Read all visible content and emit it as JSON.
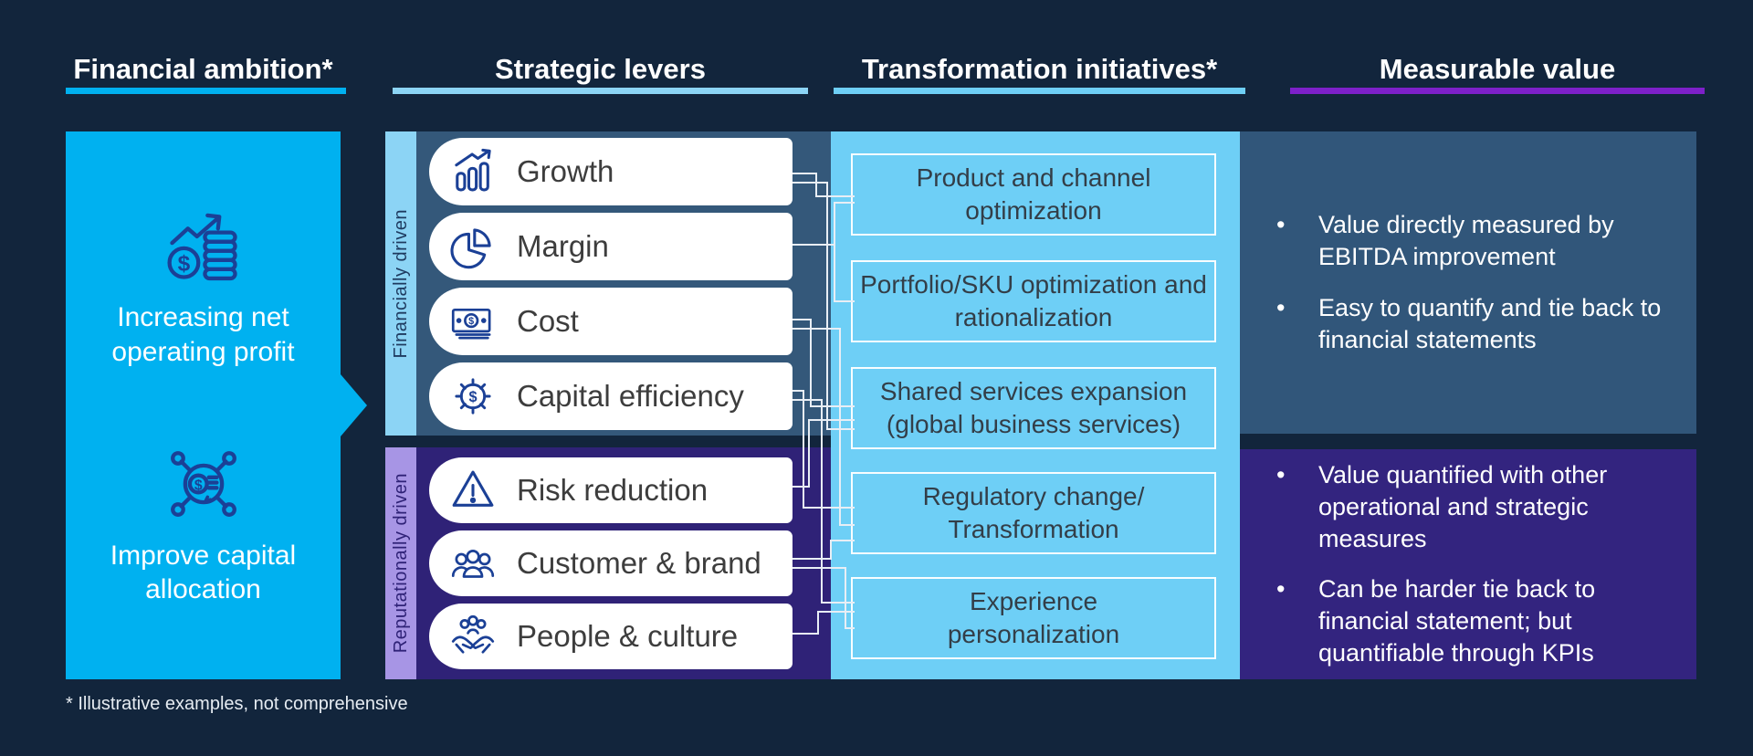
{
  "headers": {
    "financial_ambition": "Financial ambition*",
    "strategic_levers": "Strategic levers",
    "transformation_initiatives": "Transformation initiatives*",
    "measurable_value": "Measurable value"
  },
  "financial_ambition": {
    "items": [
      {
        "icon": "profit-growth-icon",
        "label": "Increasing net operating profit"
      },
      {
        "icon": "capital-allocation-icon",
        "label": "Improve capital allocation"
      }
    ],
    "footnote": "* Illustrative examples, not comprehensive"
  },
  "strategic_levers": {
    "groups": [
      {
        "label": "Financially driven",
        "levers": [
          {
            "icon": "growth-icon",
            "label": "Growth"
          },
          {
            "icon": "margin-icon",
            "label": "Margin"
          },
          {
            "icon": "cost-icon",
            "label": "Cost"
          },
          {
            "icon": "capital-efficiency-icon",
            "label": "Capital efficiency"
          }
        ]
      },
      {
        "label": "Reputationally driven",
        "levers": [
          {
            "icon": "risk-icon",
            "label": "Risk reduction"
          },
          {
            "icon": "customer-brand-icon",
            "label": "Customer & brand"
          },
          {
            "icon": "people-culture-icon",
            "label": "People & culture"
          }
        ]
      }
    ]
  },
  "transformation_initiatives": {
    "items": [
      "Product and channel optimization",
      "Portfolio/SKU optimization and rationalization",
      "Shared services expansion (global business services)",
      "Regulatory change/ Transformation",
      "Experience personalization"
    ]
  },
  "measurable_value": {
    "groups": [
      {
        "bullets": [
          "Value directly measured by EBITDA improvement",
          "Easy to quantify and tie back to financial statements"
        ]
      },
      {
        "bullets": [
          "Value quantified with other operational and strategic measures",
          "Can be harder tie back to financial statement; but quantifiable through KPIs"
        ]
      }
    ]
  },
  "colors": {
    "background": "#12253C",
    "ambition_fill": "#00B1F0",
    "financial_strip": "#8CD4F5",
    "financial_panel": "#34587A",
    "reputational_strip": "#A795E5",
    "reputational_panel": "#2F2277",
    "initiatives_panel": "#6ECFF6",
    "value_financial_panel": "#31567A",
    "value_other_panel": "#33247F",
    "underline_financial": "#00B1F0",
    "underline_levers": "#8CD4F5",
    "underline_initiatives": "#6ECFF6",
    "underline_value": "#7D20C9",
    "icon_blue": "#1B4096",
    "bullet_char": "•"
  }
}
